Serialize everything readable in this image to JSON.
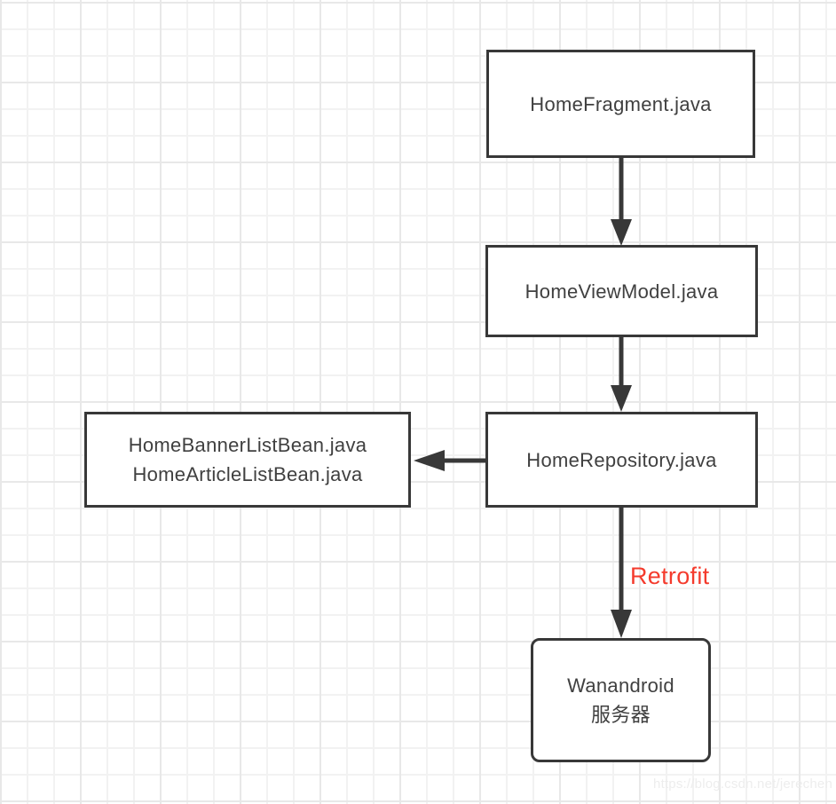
{
  "nodes": {
    "fragment": {
      "label": "HomeFragment.java"
    },
    "viewmodel": {
      "label": "HomeViewModel.java"
    },
    "repository": {
      "label": "HomeRepository.java"
    },
    "beans": {
      "line1": "HomeBannerListBean.java",
      "line2": "HomeArticleListBean.java"
    },
    "server": {
      "line1": "Wanandroid",
      "line2": "服务器"
    }
  },
  "edges": {
    "retrofit_label": "Retrofit"
  },
  "watermark": {
    "text": "https://blog.csdn.net/jerechen"
  },
  "colors": {
    "border": "#383838",
    "arrow": "#383838",
    "text": "#404040",
    "retrofit": "#f43b2d",
    "grid_minor": "#f2f2f2",
    "grid_major": "#e8e8e8",
    "canvas_bg": "#ffffff",
    "node_bg": "#ffffff",
    "watermark": "#ededed"
  }
}
